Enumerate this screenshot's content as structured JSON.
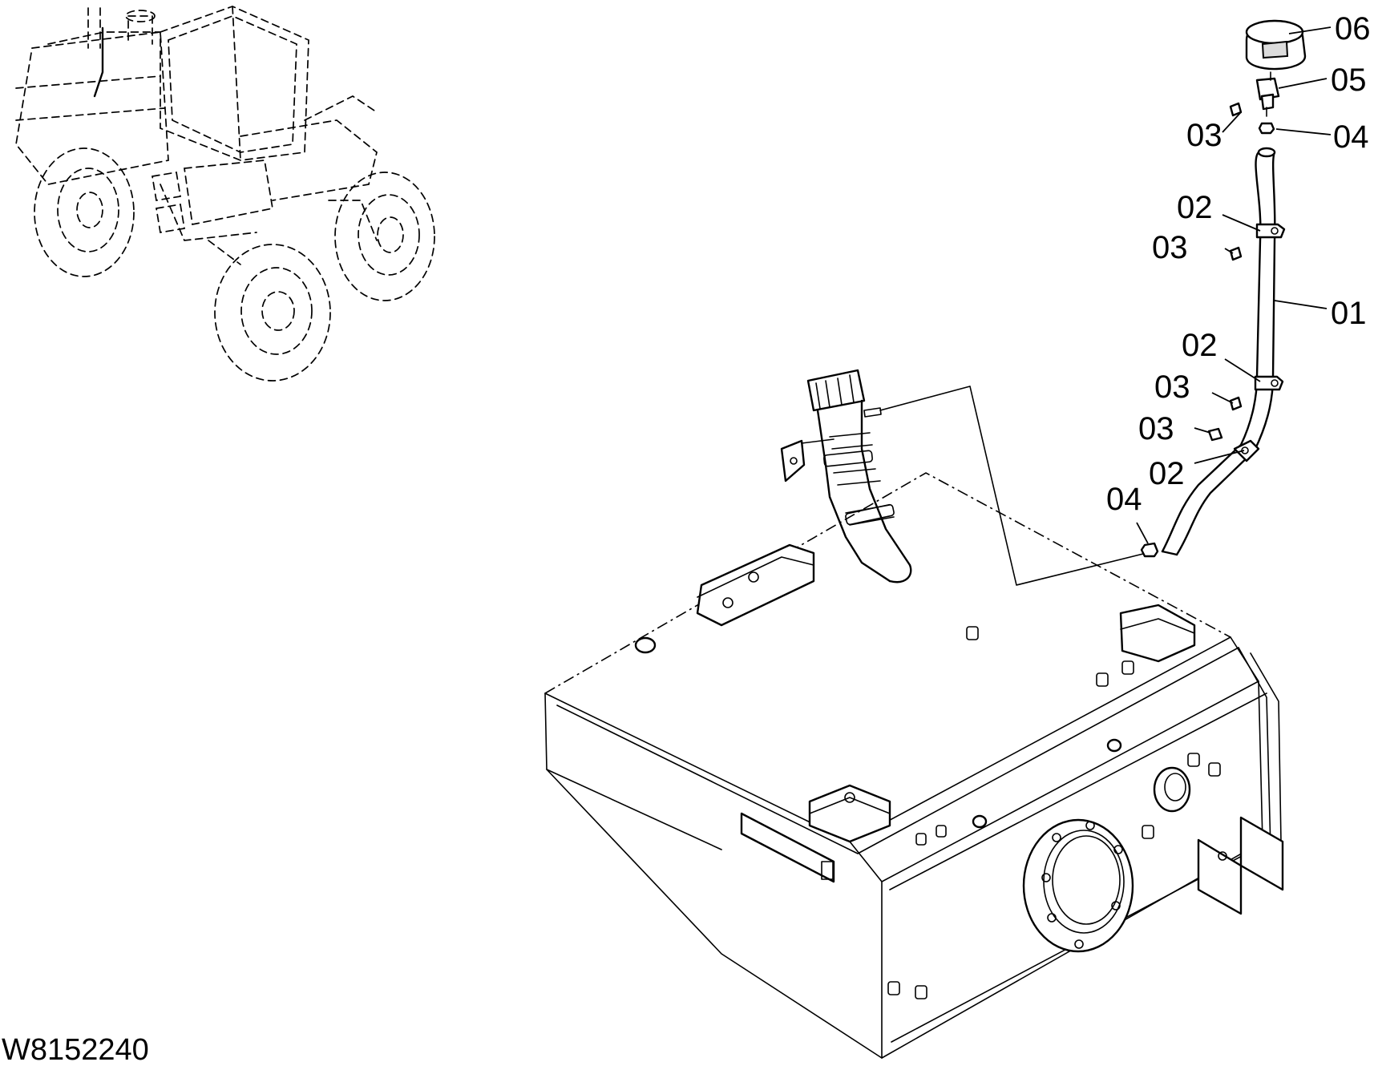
{
  "drawing_code": "W8152240",
  "callouts": [
    {
      "id": "callout-06",
      "label": "06"
    },
    {
      "id": "callout-05",
      "label": "05"
    },
    {
      "id": "callout-03-a",
      "label": "03"
    },
    {
      "id": "callout-04-a",
      "label": "04"
    },
    {
      "id": "callout-02-a",
      "label": "02"
    },
    {
      "id": "callout-03-b",
      "label": "03"
    },
    {
      "id": "callout-01",
      "label": "01"
    },
    {
      "id": "callout-02-b",
      "label": "02"
    },
    {
      "id": "callout-03-c",
      "label": "03"
    },
    {
      "id": "callout-03-d",
      "label": "03"
    },
    {
      "id": "callout-02-c",
      "label": "02"
    },
    {
      "id": "callout-04-b",
      "label": "04"
    }
  ]
}
